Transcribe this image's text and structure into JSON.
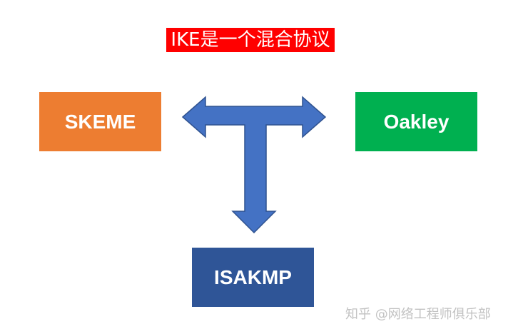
{
  "title": "IKE是一个混合协议",
  "boxes": {
    "skeme": "SKEME",
    "oakley": "Oakley",
    "isakmp": "ISAKMP"
  },
  "watermark": "知乎 @网络工程师俱乐部",
  "colors": {
    "title_bg": "#ff0000",
    "skeme": "#ed7d31",
    "oakley": "#00b050",
    "isakmp": "#2f5597",
    "arrow_fill": "#4472c4",
    "arrow_stroke": "#2f528f"
  }
}
